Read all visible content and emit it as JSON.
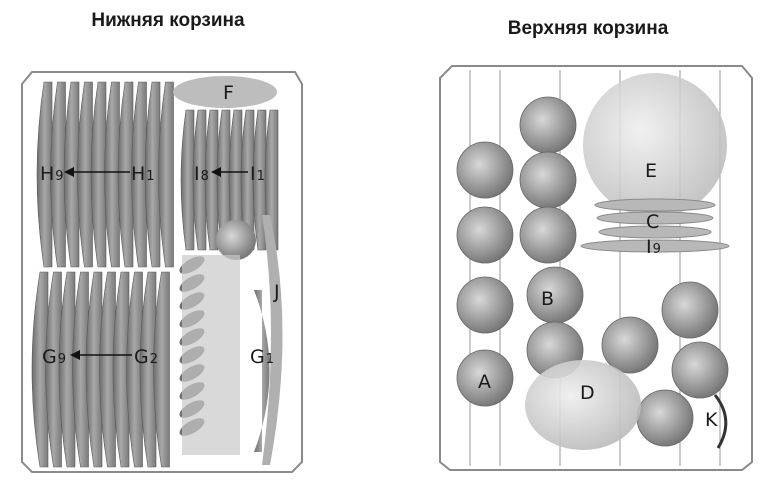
{
  "titles": {
    "lower": "Нижняя корзина",
    "upper": "Верхняя корзина"
  },
  "lower_basket": {
    "labels": {
      "H9": {
        "letter": "H",
        "sub": "9"
      },
      "H1": {
        "letter": "H",
        "sub": "1"
      },
      "I8": {
        "letter": "I",
        "sub": "8"
      },
      "I1": {
        "letter": "I",
        "sub": "1"
      },
      "F": {
        "letter": "F",
        "sub": ""
      },
      "J": {
        "letter": "J",
        "sub": ""
      },
      "G9": {
        "letter": "G",
        "sub": "9"
      },
      "G2": {
        "letter": "G",
        "sub": "2"
      },
      "G1": {
        "letter": "G",
        "sub": "1"
      }
    }
  },
  "upper_basket": {
    "labels": {
      "E": {
        "letter": "E",
        "sub": ""
      },
      "C": {
        "letter": "C",
        "sub": ""
      },
      "I9": {
        "letter": "I",
        "sub": "9"
      },
      "B": {
        "letter": "B",
        "sub": ""
      },
      "A": {
        "letter": "A",
        "sub": ""
      },
      "D": {
        "letter": "D",
        "sub": ""
      },
      "K": {
        "letter": "K",
        "sub": ""
      }
    }
  },
  "colors": {
    "frame": "#8a8a8a",
    "dish": "#9a9a9a",
    "dish_dark": "#6f6f6f",
    "text": "#1a1a1a"
  }
}
